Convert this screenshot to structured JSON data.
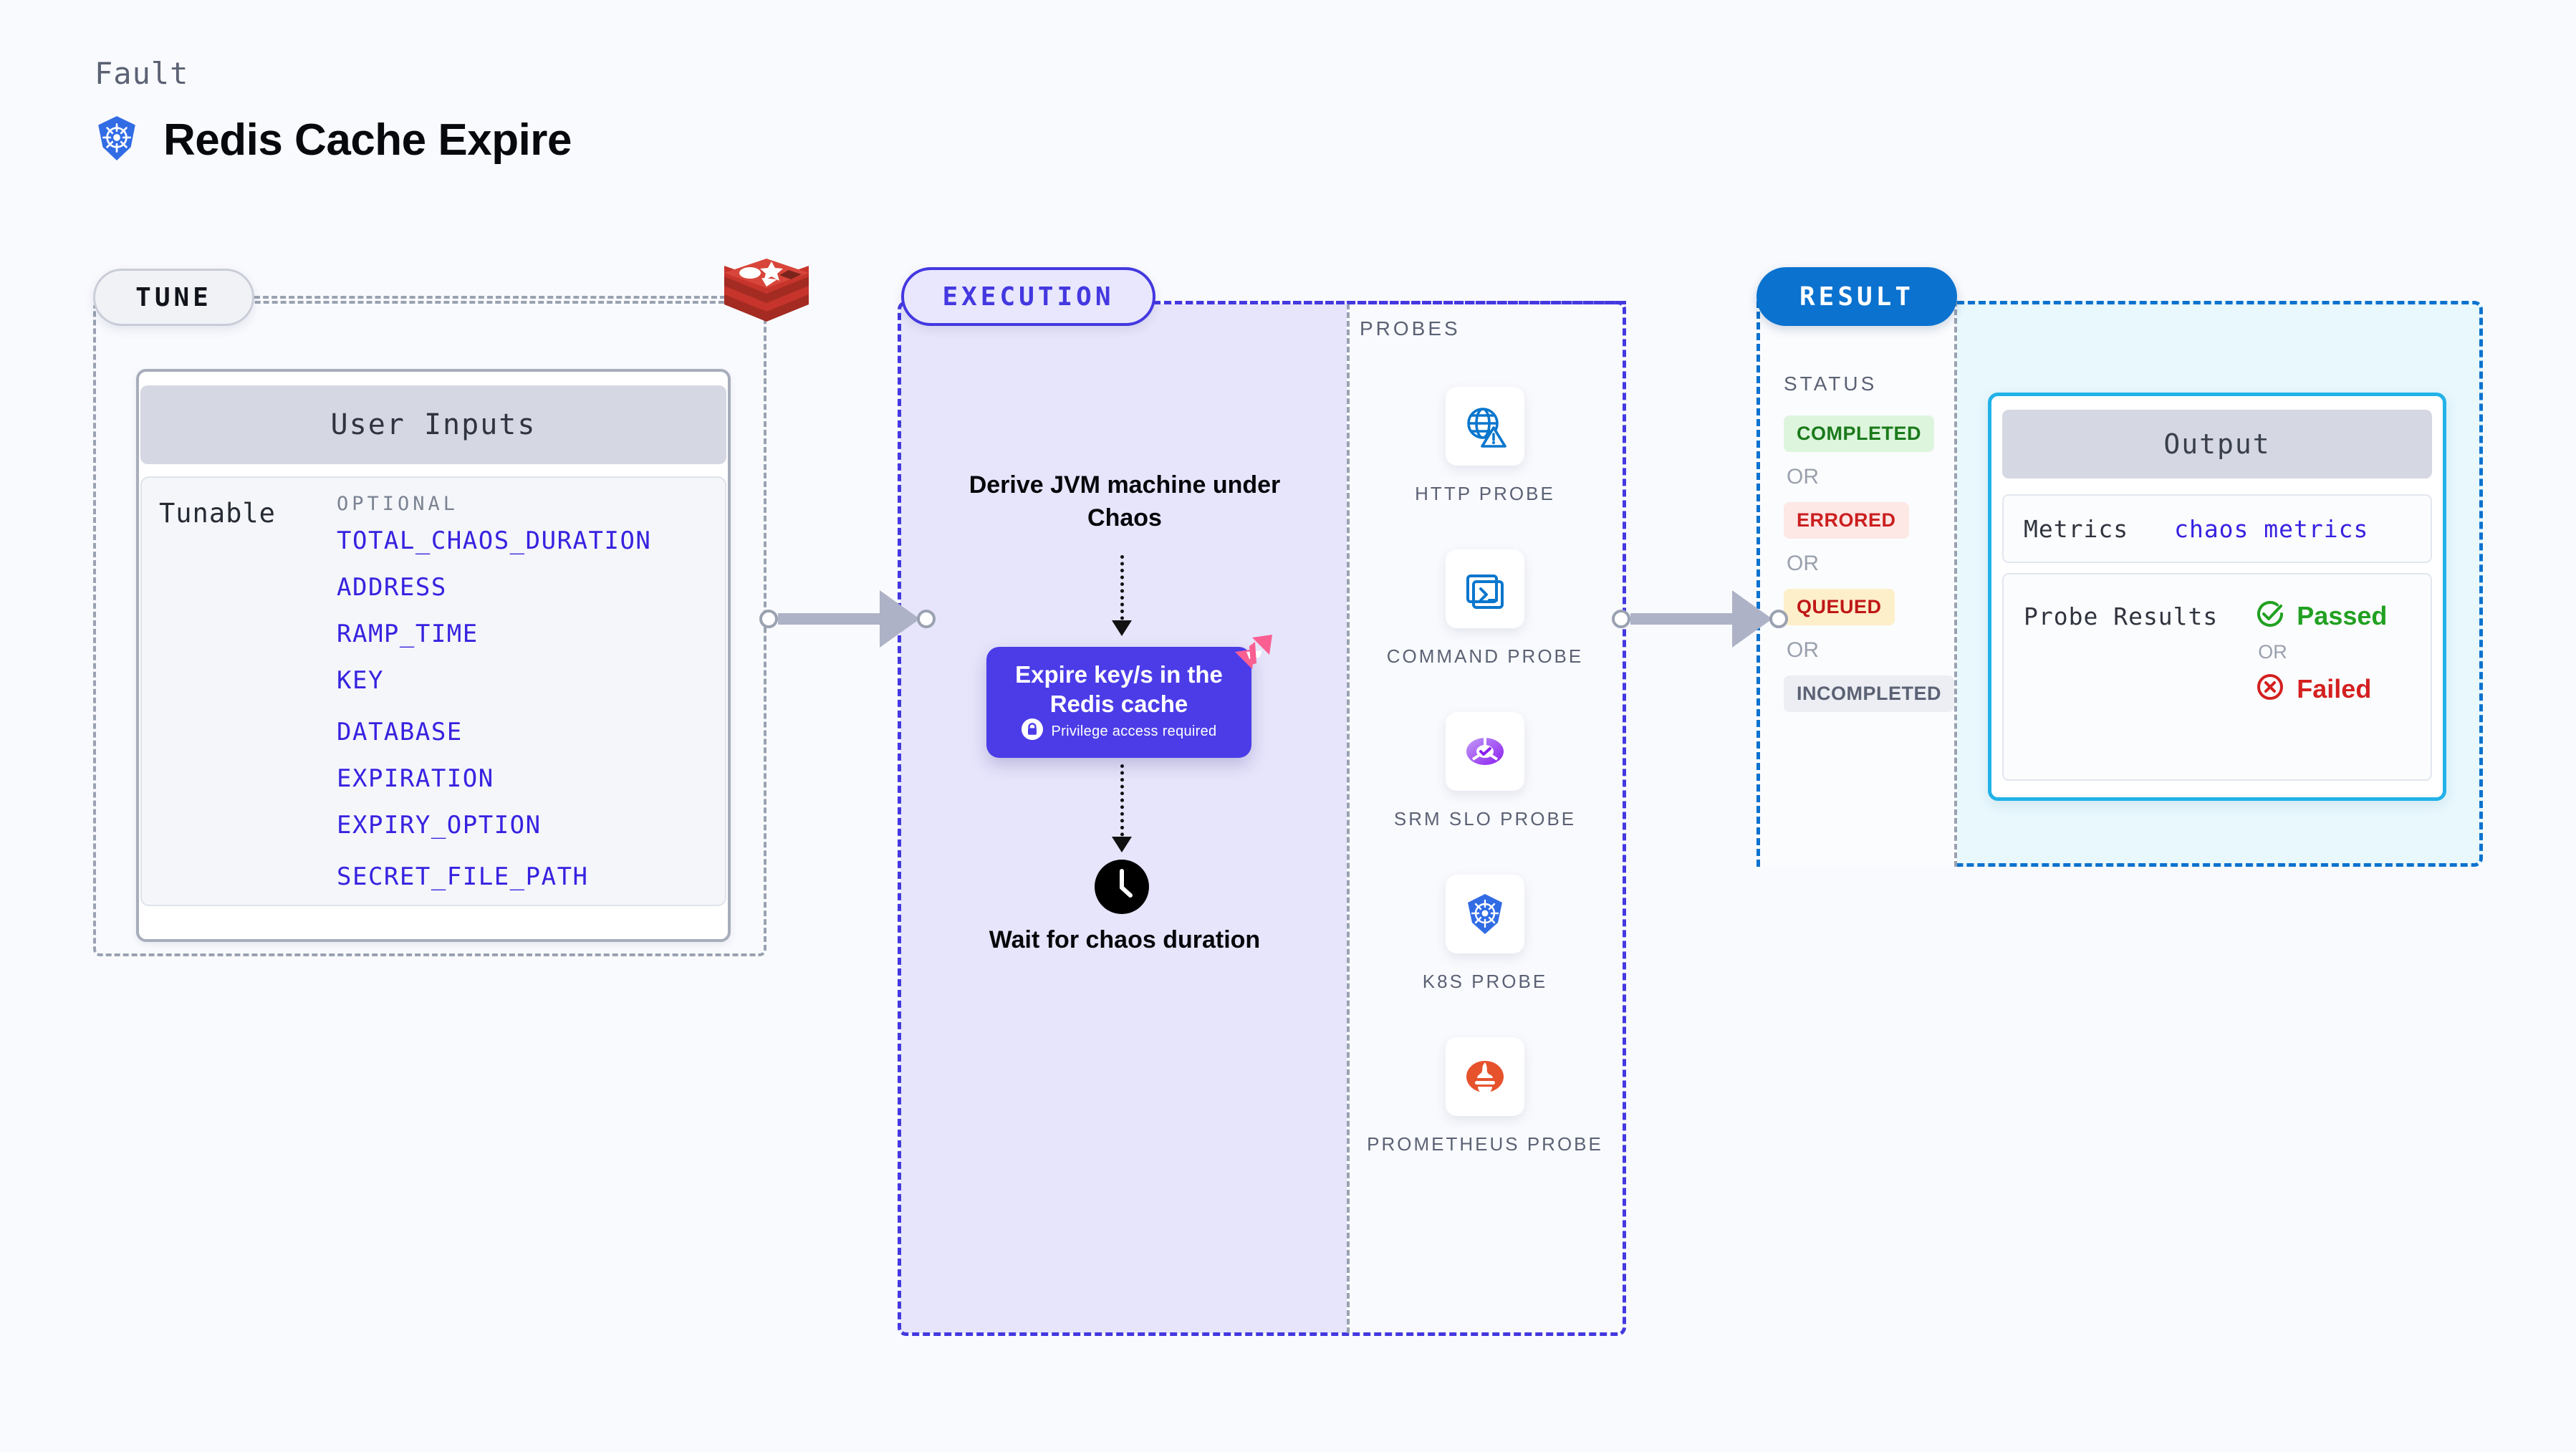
{
  "header": {
    "fault_label": "Fault",
    "title": "Redis Cache Expire",
    "icon": "kubernetes-icon"
  },
  "tune": {
    "badge": "TUNE",
    "source_icon": "redis-icon",
    "card": {
      "header": "User Inputs",
      "group_label": "Tunable",
      "optional_label": "OPTIONAL",
      "tunables": [
        "TOTAL_CHAOS_DURATION",
        "ADDRESS",
        "RAMP_TIME",
        "KEY",
        "DATABASE",
        "EXPIRATION",
        "EXPIRY_OPTION",
        "SECRET_FILE_PATH"
      ]
    }
  },
  "execution": {
    "badge": "EXECUTION",
    "derive_step": "Derive JVM machine under Chaos",
    "action_card": {
      "title": "Expire key/s in the Redis cache",
      "note": "Privilege access required",
      "note_icon": "lock-icon",
      "corner_icon": "chaos-ribbon-icon",
      "color": "#4b3ce8"
    },
    "wait_step": {
      "label": "Wait for chaos duration",
      "icon": "clock-icon"
    }
  },
  "probes": {
    "label": "PROBES",
    "items": [
      {
        "name": "HTTP PROBE",
        "icon": "globe-warning-icon"
      },
      {
        "name": "COMMAND PROBE",
        "icon": "terminal-icon"
      },
      {
        "name": "SRM SLO PROBE",
        "icon": "srm-slo-icon"
      },
      {
        "name": "K8S PROBE",
        "icon": "kubernetes-icon"
      },
      {
        "name": "PROMETHEUS PROBE",
        "icon": "prometheus-icon"
      }
    ]
  },
  "result": {
    "badge": "RESULT",
    "status_label": "STATUS",
    "or_label": "OR",
    "statuses": [
      {
        "label": "COMPLETED",
        "color": "#1b7a1b",
        "bg": "#ddf5dd"
      },
      {
        "label": "ERRORED",
        "color": "#cc1f1f",
        "bg": "#fde8e6"
      },
      {
        "label": "QUEUED",
        "color": "#c01717",
        "bg": "#fdefc9"
      },
      {
        "label": "INCOMPLETED",
        "color": "#5b6274",
        "bg": "#eceef4"
      }
    ],
    "output": {
      "header": "Output",
      "metrics_label": "Metrics",
      "metrics_value": "chaos metrics",
      "probe_results_label": "Probe Results",
      "passed_label": "Passed",
      "failed_label": "Failed",
      "passed_color": "#21a121",
      "failed_color": "#d42020",
      "or_label": "OR"
    }
  }
}
